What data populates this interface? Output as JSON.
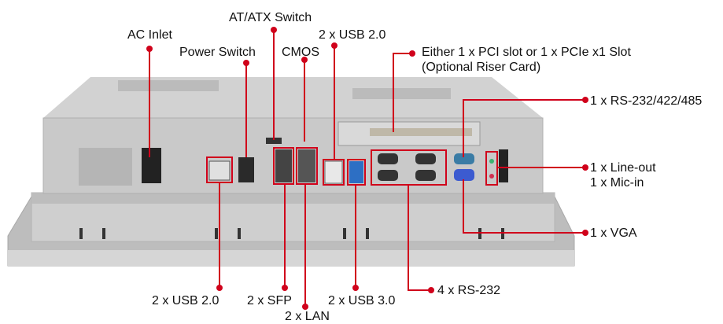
{
  "colors": {
    "callout": "#d0021b",
    "chassis": "#c8c8c8",
    "text": "#111111"
  },
  "labels": {
    "ac_inlet": "AC Inlet",
    "power_switch": "Power Switch",
    "at_atx_switch": "AT/ATX Switch",
    "cmos": "CMOS",
    "usb20_top": "2 x USB 2.0",
    "pci_line1": "Either 1 x PCI slot or 1 x PCIe x1 Slot",
    "pci_line2": "(Optional Riser Card)",
    "rs232_422_485": "1 x RS-232/422/485",
    "line_out": "1 x Line-out",
    "mic_in": "1 x Mic-in",
    "vga": "1 x VGA",
    "usb20_bottom": "2 x USB 2.0",
    "sfp": "2 x SFP",
    "lan": "2 x LAN",
    "usb30": "2 x USB 3.0",
    "rs232": "4 x RS-232"
  }
}
